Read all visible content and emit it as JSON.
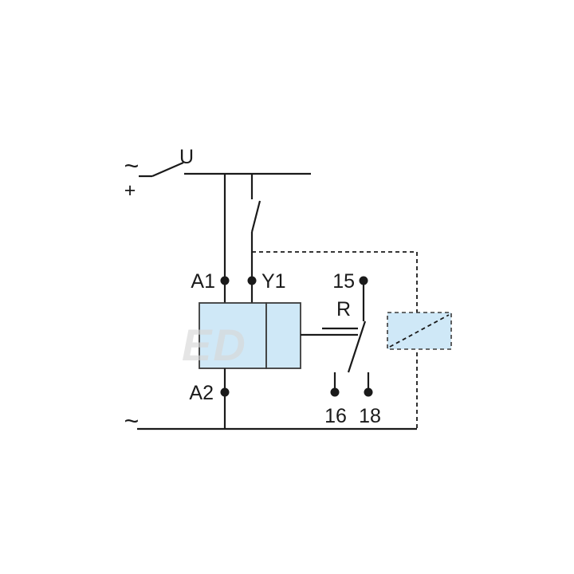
{
  "diagram": {
    "labels": {
      "ac_symbol_top": "~",
      "plus_symbol": "+",
      "switch": "U",
      "terminal_a1": "A1",
      "terminal_y1": "Y1",
      "terminal_15": "15",
      "relay_contact": "R",
      "terminal_16": "16",
      "terminal_18": "18",
      "terminal_a2": "A2",
      "ac_symbol_bottom": "~"
    },
    "colors": {
      "device_fill": "#cfe8f7",
      "line": "#1a1a1a",
      "watermark": "#d8d8d8"
    },
    "watermark": "ED"
  }
}
